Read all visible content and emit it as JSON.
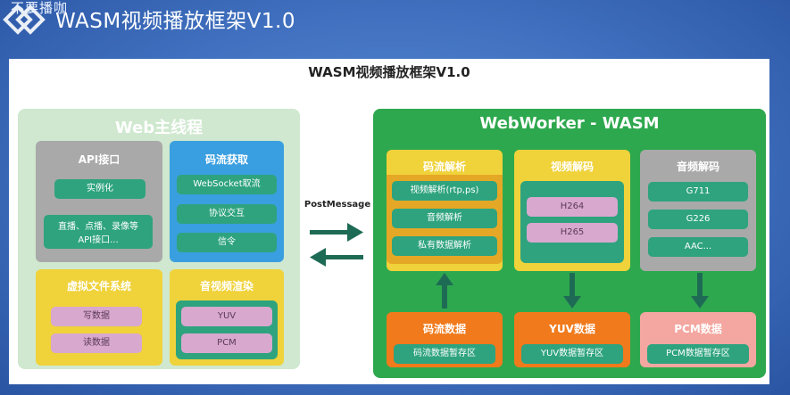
{
  "watermark": {
    "logo_text": "不要播咖"
  },
  "slide": {
    "title": "WASM视频播放框架V1.0"
  },
  "diagram": {
    "title": "WASM视频播放框架V1.0",
    "main_thread": {
      "title": "Web主线程",
      "api": {
        "title": "API接口",
        "items": [
          "实例化",
          "直播、点播、录像等",
          "API接口..."
        ]
      },
      "stream": {
        "title": "码流获取",
        "items": [
          "WebSocket取流",
          "协议交互",
          "信令"
        ]
      },
      "vfs": {
        "title": "虚拟文件系统",
        "items": [
          "写数据",
          "读数据"
        ]
      },
      "render": {
        "title": "音视频渲染",
        "items": [
          "YUV",
          "PCM"
        ]
      }
    },
    "channel": {
      "label": "PostMessage"
    },
    "worker": {
      "title": "WebWorker -  WASM",
      "parse": {
        "title": "码流解析",
        "items": [
          "视频解析(rtp,ps)",
          "音频解析",
          "私有数据解析"
        ]
      },
      "vdecode": {
        "title": "视频解码",
        "items": [
          "H264",
          "H265"
        ]
      },
      "adecode": {
        "title": "音频解码",
        "items": [
          "G711",
          "G226",
          "AAC..."
        ]
      },
      "stream_data": {
        "title": "码流数据",
        "item": "码流数据暂存区"
      },
      "yuv_data": {
        "title": "YUV数据",
        "item": "YUV数据暂存区"
      },
      "pcm_data": {
        "title": "PCM数据",
        "item": "PCM数据暂存区"
      }
    }
  },
  "colors": {
    "background": "#3f6fbe",
    "main_panel": "#cfe8cf",
    "worker_panel": "#2ea84e",
    "gray_box": "#a9a9a9",
    "blue_box": "#3a9fe0",
    "yellow_box": "#f0d23a",
    "orange_box": "#f07a1c",
    "pink_box": "#f3a7a0",
    "teal_pill": "#2ea37e",
    "pink_pill": "#d8a8cf",
    "arrow": "#1e6b55"
  }
}
